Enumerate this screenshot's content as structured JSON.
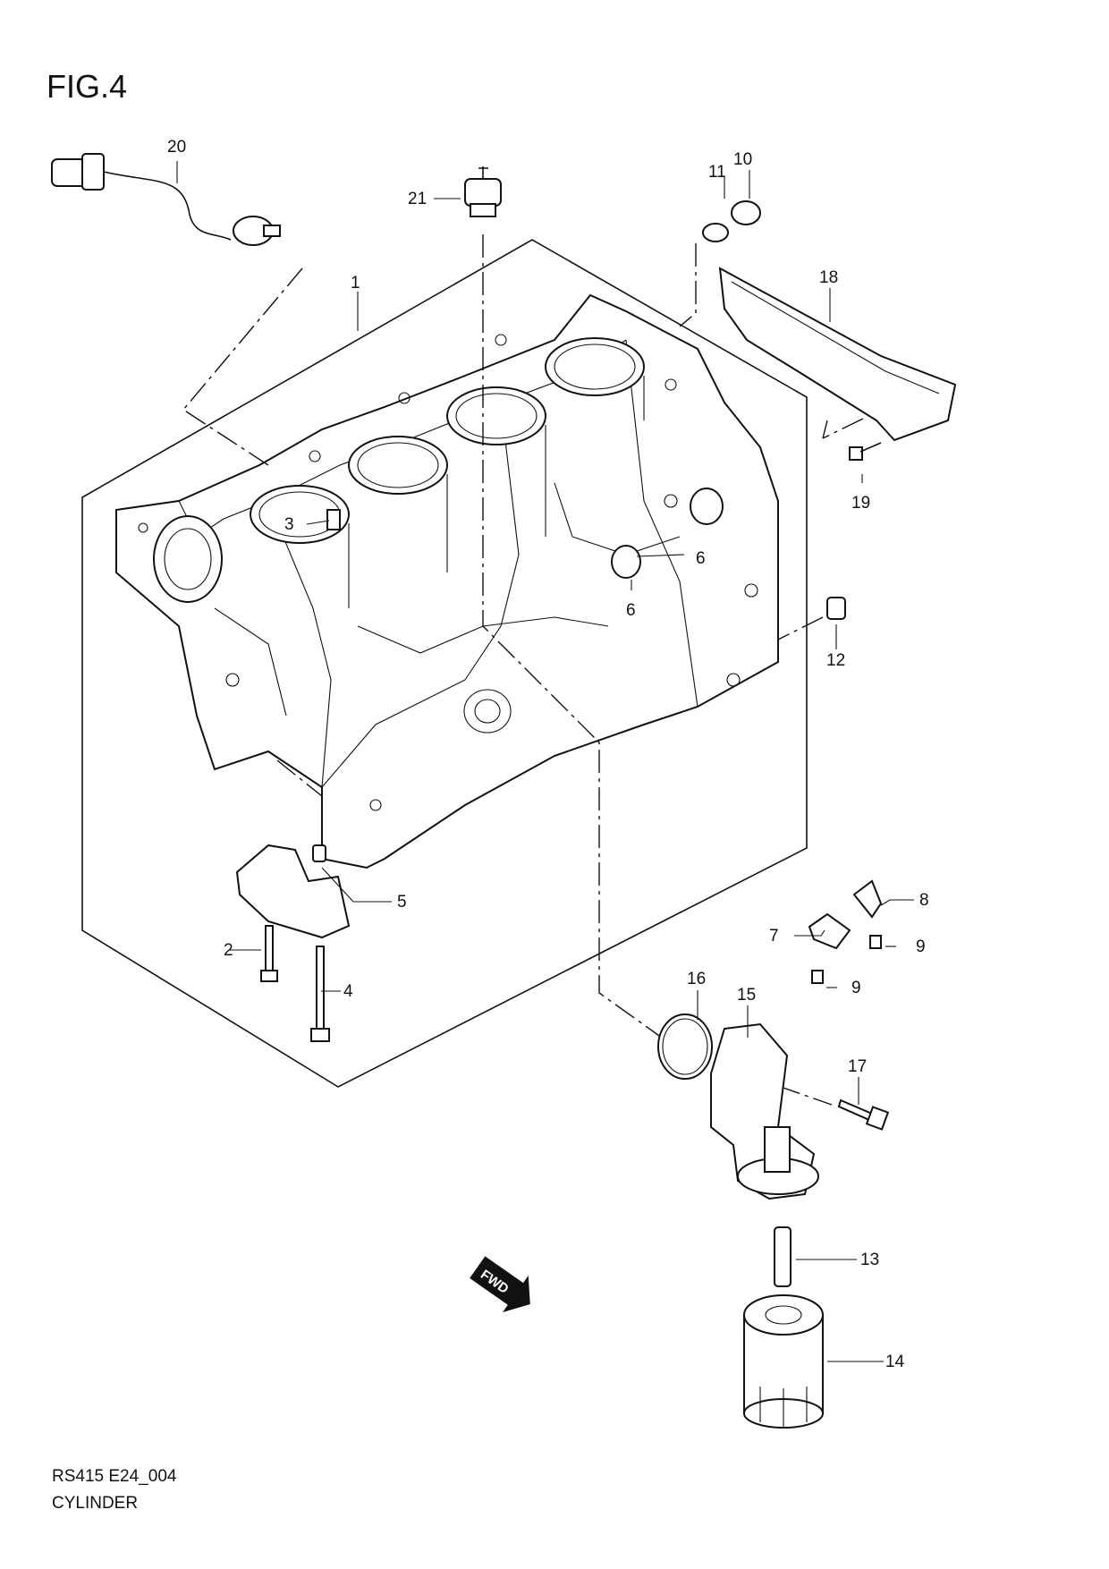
{
  "figure_title": "FIG.4",
  "code_label": "RS415 E24_004",
  "caption": "CYLINDER",
  "fwd_text": "FWD",
  "callouts": [
    "1",
    "2",
    "3",
    "4",
    "5",
    "6",
    "6",
    "7",
    "8",
    "9",
    "9",
    "10",
    "11",
    "12",
    "13",
    "14",
    "15",
    "16",
    "17",
    "18",
    "19",
    "20",
    "21"
  ]
}
